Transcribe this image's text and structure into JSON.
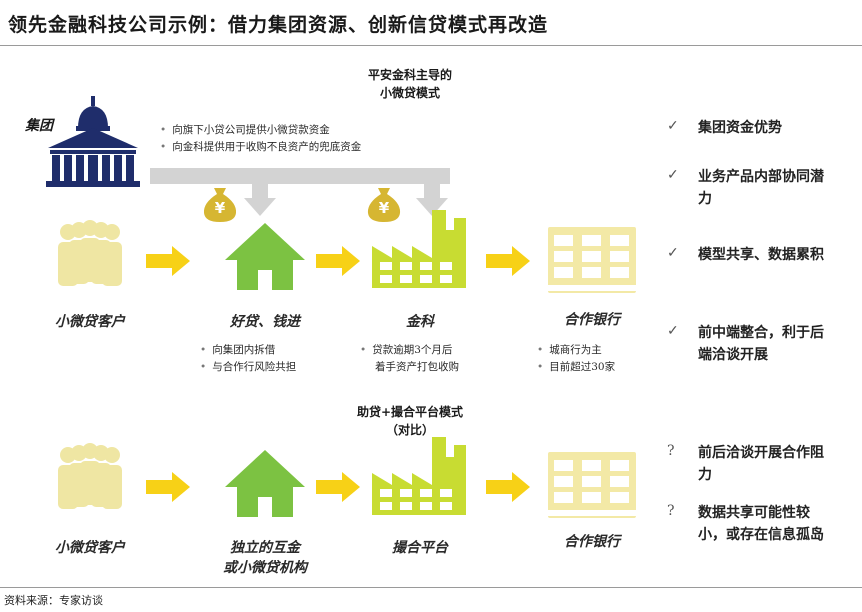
{
  "title": "领先金融科技公司示例：借力集团资源、创新信贷模式再改造",
  "source": "资料来源：专家访谈",
  "group_label": "集团",
  "top_mode": {
    "title_line1": "平安金科主导的",
    "title_line2": "小微贷模式",
    "group_notes": [
      "向旗下小贷公司提供小微贷款资金",
      "向金科提供用于收购不良资产的兜底资金"
    ],
    "stages": [
      "小微贷客户",
      "好贷、钱进",
      "金科",
      "合作银行"
    ],
    "stage_notes": {
      "haodai": [
        "向集团内拆借",
        "与合作行风险共担"
      ],
      "jinke": [
        "贷款逾期3个月后",
        "着手资产打包收购"
      ],
      "bank": [
        "城商行为主",
        "目前超过30家"
      ]
    },
    "money_symbol": "¥"
  },
  "bottom_mode": {
    "title_line1": "助贷+撮合平台模式",
    "title_line2": "（对比）",
    "stage_labels": {
      "customer": "小微贷客户",
      "inst_line1": "独立的互金",
      "inst_line2": "或小微贷机构",
      "platform": "撮合平台",
      "bank": "合作银行"
    }
  },
  "advantages": {
    "mark": "✓",
    "items": [
      "集团资金优势",
      "业务产品内部协同潜力",
      "模型共享、数据累积",
      "前中端整合，利于后端洽谈开展"
    ]
  },
  "concerns": {
    "mark": "?",
    "items": [
      "前后洽谈开展合作阻力",
      "数据共享可能性较小，或存在信息孤岛"
    ]
  },
  "colors": {
    "navy": "#1f2d6b",
    "green": "#7cc242",
    "yellow": "#f7d117",
    "person": "#efe6a3",
    "building": "#f3e9a6",
    "money": "#d6b632",
    "gray_arrow": "#d3d3d3"
  }
}
